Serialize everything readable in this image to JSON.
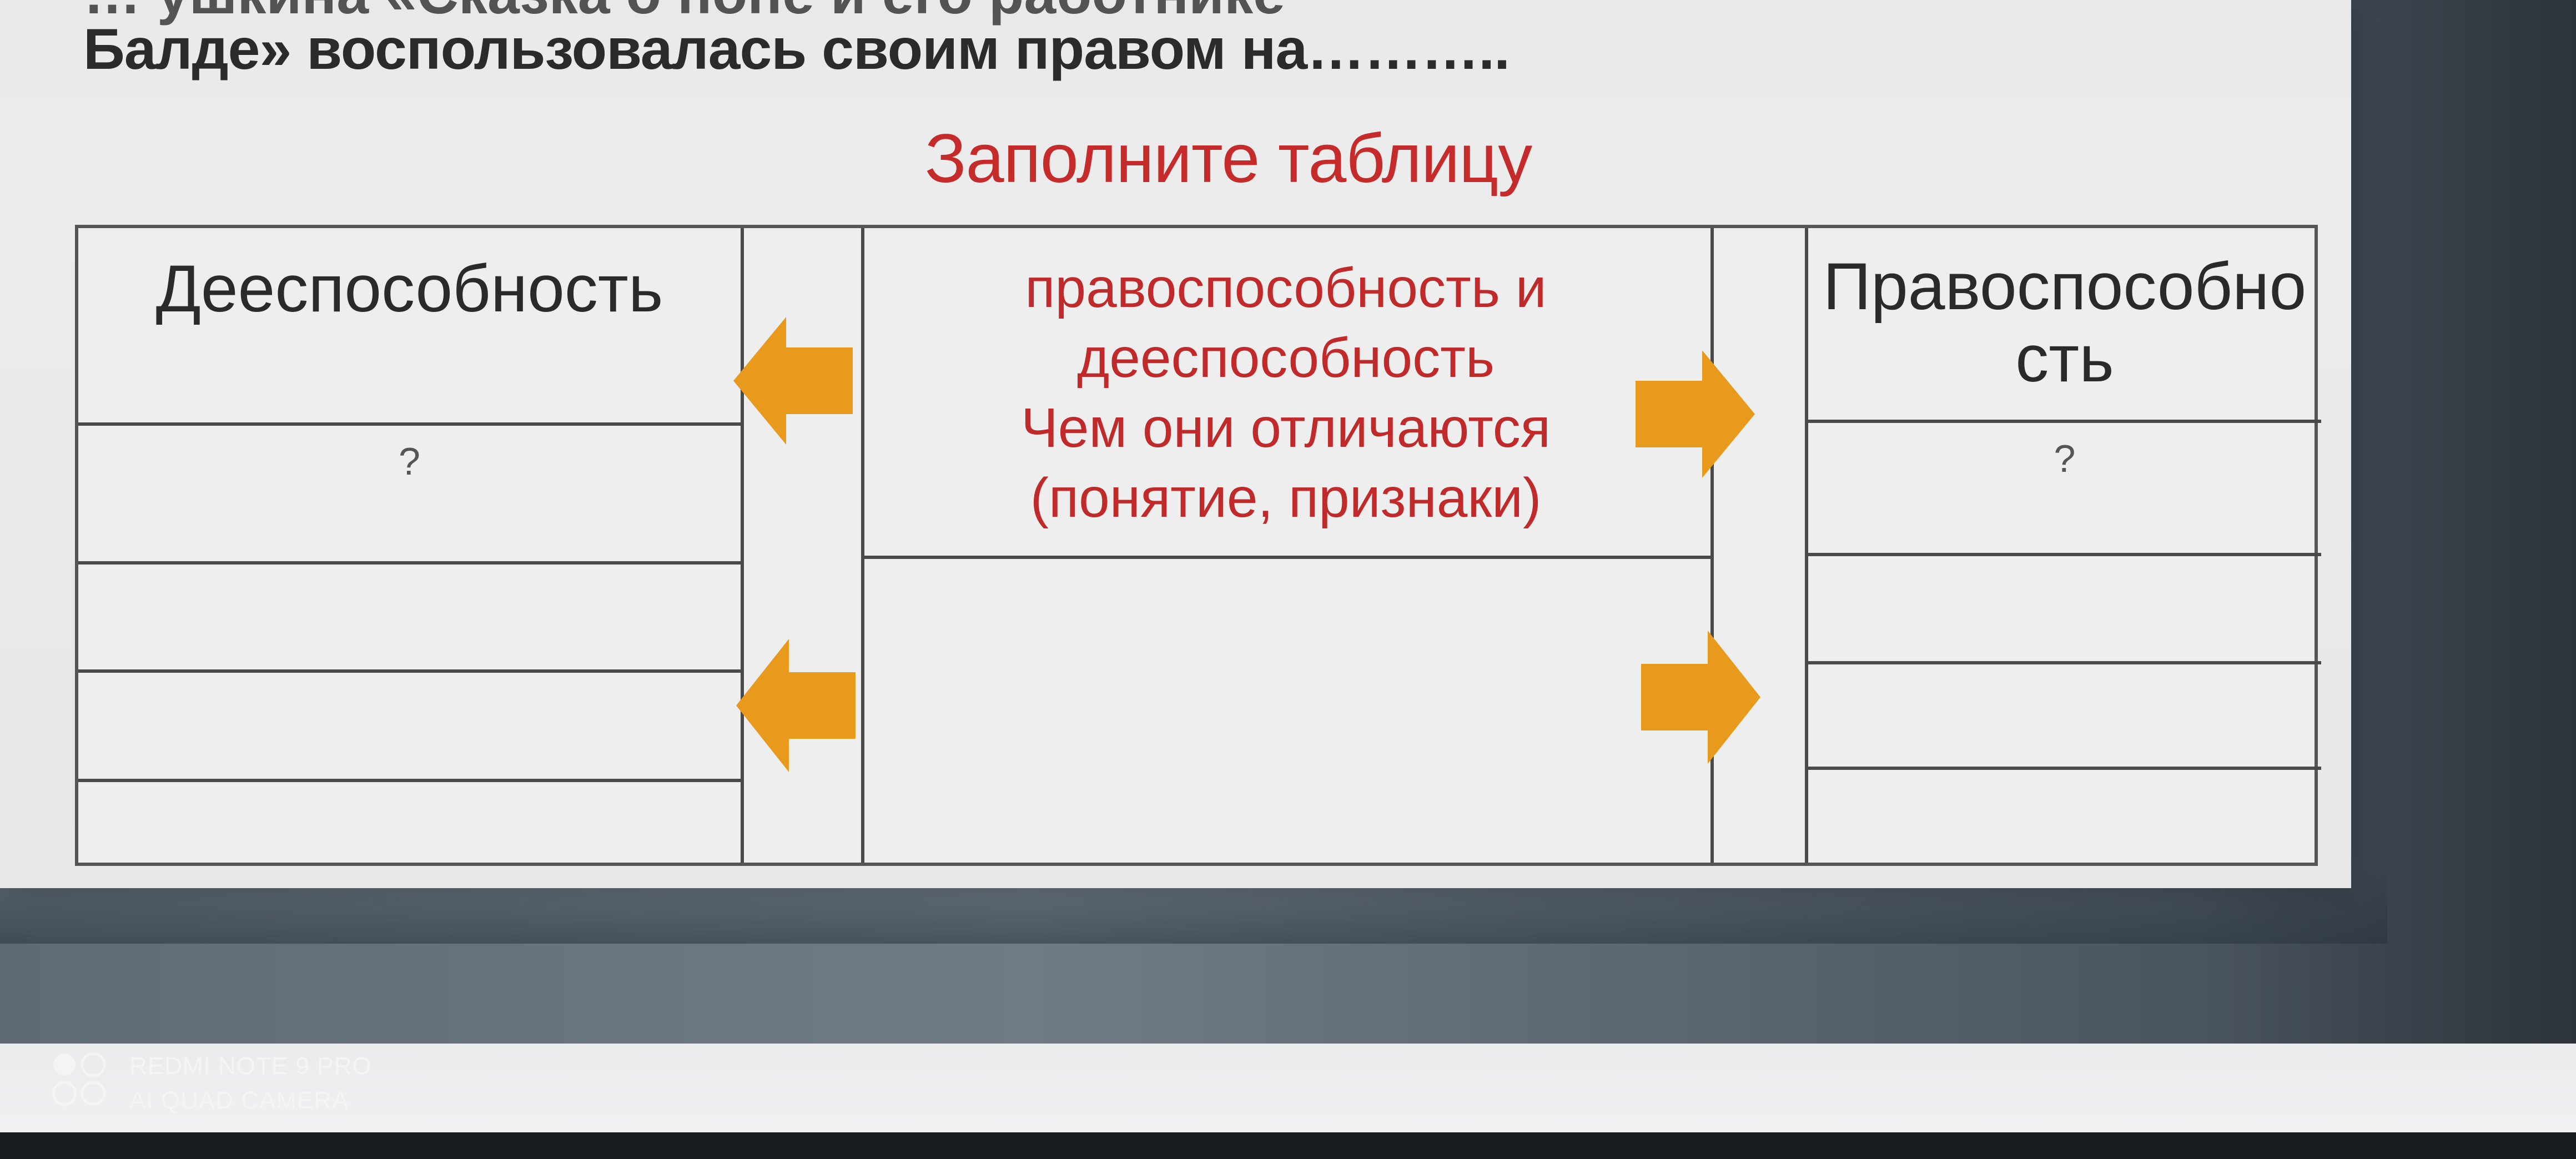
{
  "question": {
    "top_fragment": "… ушкина «Сказка о попе и его работнике",
    "line": "Балде» воспользовалась своим правом на……….."
  },
  "heading": "Заполните таблицу",
  "table": {
    "left_header": "Дееспособность",
    "left_placeholder": "?",
    "right_header_line1": "Правоспособно",
    "right_header_line2": "сть",
    "right_placeholder": "?",
    "center_lines": [
      "правоспособность и",
      "дееспособность",
      "Чем они отличаются",
      "(понятие, признаки)"
    ]
  },
  "colors": {
    "heading": "#c62b2b",
    "arrow": "#e89a1c",
    "grid": "#4a4a4a"
  },
  "icons": {
    "left_arrows": "arrow-left-icon",
    "right_arrows": "arrow-right-icon",
    "camera_logo": "camera-dots-icon"
  },
  "watermark": {
    "line1": "REDMI NOTE 9 PRO",
    "line2": "AI QUAD CAMERA"
  }
}
